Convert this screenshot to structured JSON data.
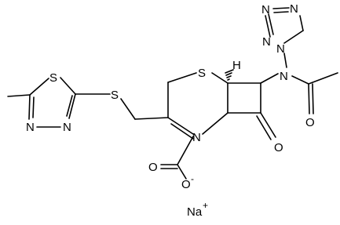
{
  "structure": {
    "atom_labels": {
      "S_thiadiazole": "S",
      "N_thiadiazole_a": "N",
      "N_thiadiazole_b": "N",
      "S_thioether": "S",
      "S_ring": "S",
      "H_stereo": "H",
      "N_tetrazole_1": "N",
      "N_tetrazole_2": "N",
      "N_tetrazole_3": "N",
      "N_tetrazole_4": "N",
      "N_amide": "N",
      "O_acetyl": "O",
      "N_betalactam": "N",
      "O_betalactam": "O",
      "O_carboxyl_double": "O",
      "O_carboxylate": "O"
    },
    "charges": {
      "carboxylate": "-",
      "sodium": "+"
    },
    "counterion": "Na"
  }
}
